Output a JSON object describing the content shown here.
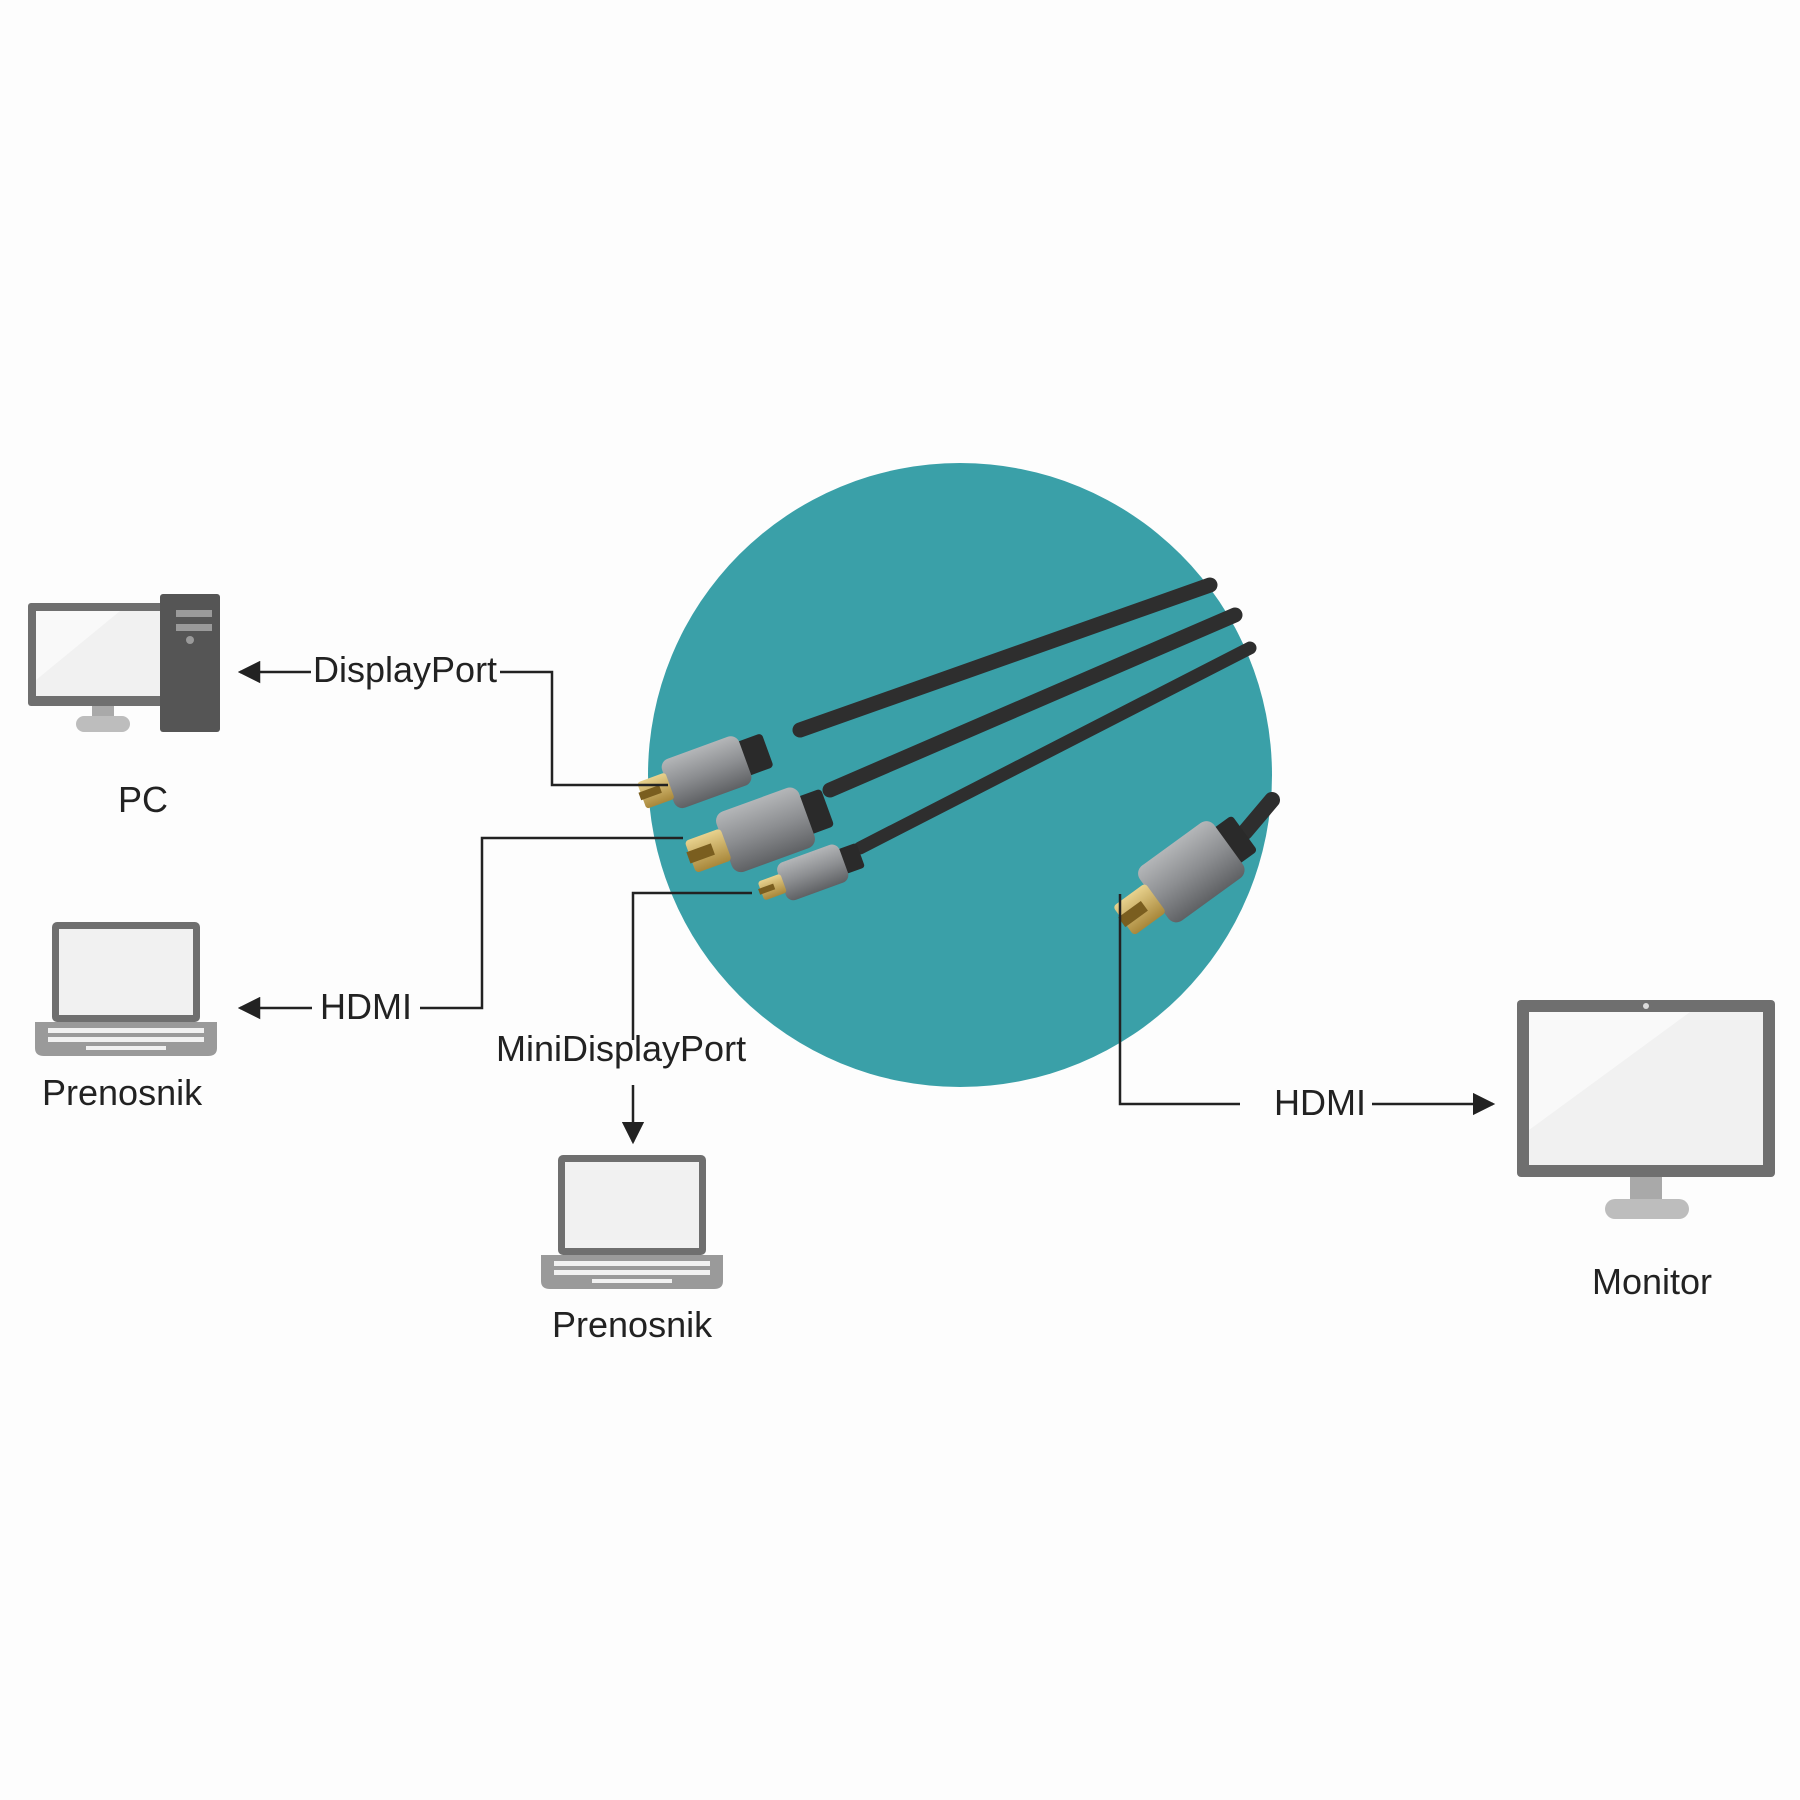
{
  "connections": {
    "displayport": "DisplayPort",
    "hdmi_left": "HDMI",
    "minidisplayport": "MiniDisplayPort",
    "hdmi_right": "HDMI"
  },
  "devices": {
    "pc": "PC",
    "laptop_left": "Prenosnik",
    "laptop_bottom": "Prenosnik",
    "monitor": "Monitor"
  },
  "colors": {
    "circle": "#3aa0a8",
    "cable": "#2e2e2e",
    "connector_housing": "#8e9093",
    "connector_plug": "#c9a857",
    "device_frame": "#6f6f6f",
    "device_screen": "#f1f1f1",
    "line": "#222222"
  }
}
